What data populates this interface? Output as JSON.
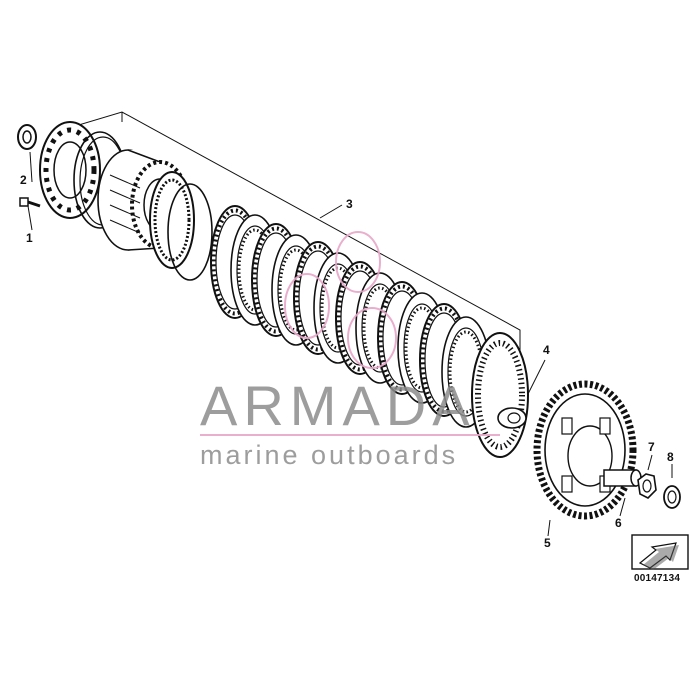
{
  "diagram": {
    "callouts": [
      {
        "id": "1",
        "label": "1"
      },
      {
        "id": "2",
        "label": "2"
      },
      {
        "id": "3",
        "label": "3"
      },
      {
        "id": "4",
        "label": "4"
      },
      {
        "id": "5",
        "label": "5"
      },
      {
        "id": "6",
        "label": "6"
      },
      {
        "id": "7",
        "label": "7"
      },
      {
        "id": "8",
        "label": "8"
      }
    ],
    "reference_code": "00147134"
  },
  "watermark": {
    "brand": "ARMADA",
    "tagline": "marine outboards",
    "accent_color": "#e7a6c8"
  }
}
